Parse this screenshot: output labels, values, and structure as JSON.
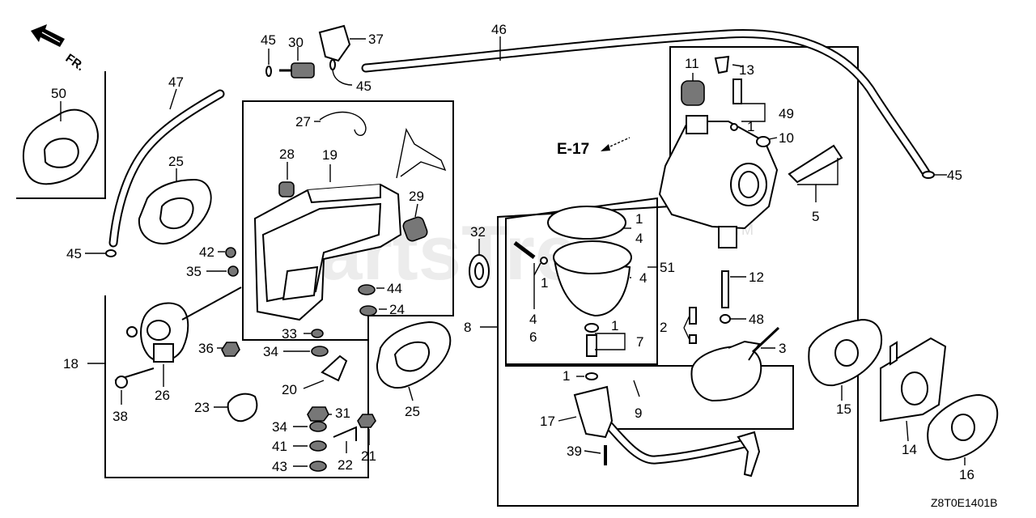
{
  "orientation_label": "FR.",
  "reference_label": "E-17",
  "drawing_code": "Z8T0E1401B",
  "watermark": "PartsTree",
  "watermark_tm": "TM",
  "callouts": {
    "c1_top": "1",
    "c1_right_ring": "1",
    "c1_jet": "1",
    "c1_screw": "1",
    "c1_washer": "1",
    "c2": "2",
    "c3": "3",
    "c4_ring": "4",
    "c4_bowl": "4",
    "c4_jet": "4",
    "c5": "5",
    "c6": "6",
    "c7": "7",
    "c8": "8",
    "c9": "9",
    "c10": "10",
    "c11": "11",
    "c12": "12",
    "c13": "13",
    "c14": "14",
    "c15": "15",
    "c16": "16",
    "c17": "17",
    "c18": "18",
    "c19": "19",
    "c20": "20",
    "c21": "21",
    "c22": "22",
    "c23": "23",
    "c24": "24",
    "c25_left": "25",
    "c25_mid": "25",
    "c26": "26",
    "c27": "27",
    "c28": "28",
    "c29": "29",
    "c30": "30",
    "c31": "31",
    "c32": "32",
    "c33": "33",
    "c34_a": "34",
    "c34_b": "34",
    "c35": "35",
    "c36": "36",
    "c37": "37",
    "c38": "38",
    "c39": "39",
    "c41": "41",
    "c42": "42",
    "c43": "43",
    "c44": "44",
    "c45_top": "45",
    "c45_mid": "45",
    "c45_left": "45",
    "c45_right": "45",
    "c46": "46",
    "c47": "47",
    "c48": "48",
    "c49": "49",
    "c50": "50",
    "c51": "51"
  }
}
